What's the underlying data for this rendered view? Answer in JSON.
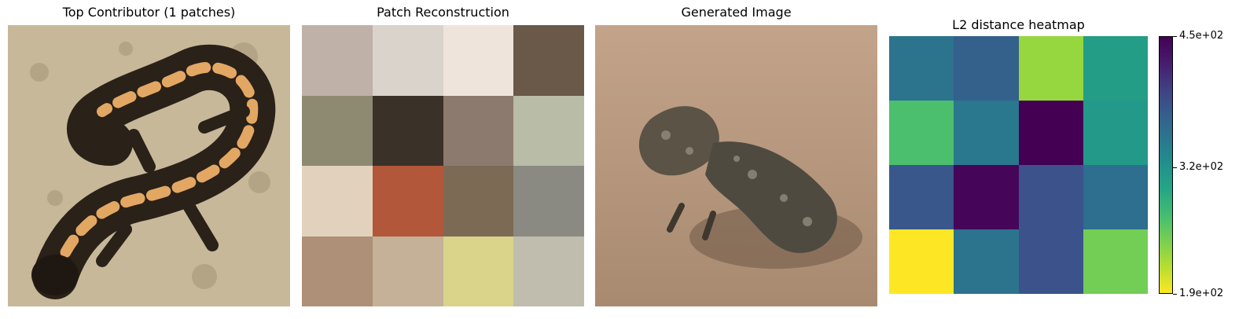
{
  "panels": [
    {
      "title": "Top Contributor (1 patches)"
    },
    {
      "title": "Patch Reconstruction"
    },
    {
      "title": "Generated Image"
    }
  ],
  "patch_colors": [
    [
      "#bfb1a8",
      "#d9d3cc",
      "#efe4dc",
      "#6a5848"
    ],
    [
      "#8e8a72",
      "#3a3128",
      "#8c7a6e",
      "#b9bca6"
    ],
    [
      "#e2d2bd",
      "#b3573a",
      "#7c6a55",
      "#8a8a82"
    ],
    [
      "#ad9077",
      "#c4b198",
      "#d9d48a",
      "#c0bcae"
    ]
  ],
  "heatmap": {
    "title": "L2 distance heatmap",
    "colorbar_ticks": [
      "4.5e+02",
      "3.2e+02",
      "1.9e+02"
    ],
    "colors": {
      "low": "#fde725",
      "mid": "#21918c",
      "high": "#440154"
    }
  },
  "chart_data": {
    "type": "heatmap",
    "title": "L2 distance heatmap",
    "rows": 4,
    "cols": 4,
    "values": [
      [
        350,
        370,
        230,
        305
      ],
      [
        265,
        345,
        450,
        310
      ],
      [
        380,
        445,
        385,
        355
      ],
      [
        190,
        350,
        385,
        245
      ]
    ],
    "vmin": 190,
    "vmax": 450,
    "colormap": "viridis (reversed: yellow = low, purple = high)",
    "colorbar_ticks": [
      "4.5e+02",
      "3.2e+02",
      "1.9e+02"
    ]
  }
}
